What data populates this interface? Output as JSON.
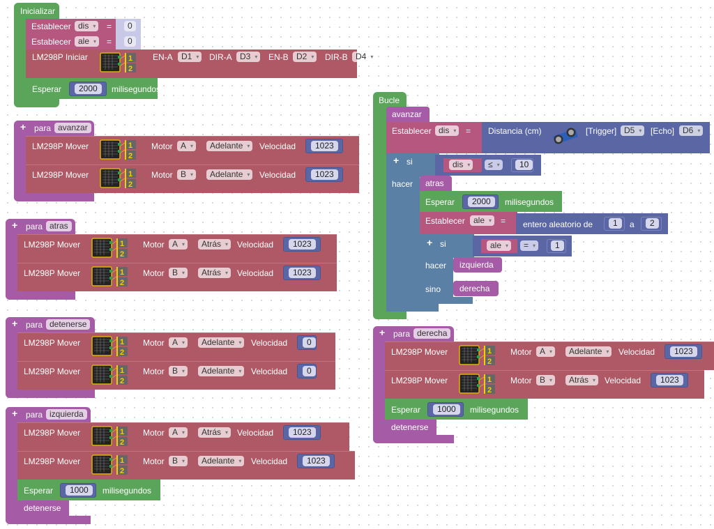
{
  "labels": {
    "motor_move": "LM298P Mover",
    "motor": "Motor",
    "velocidad": "Velocidad",
    "esperar": "Esperar",
    "milisegundos": "milisegundos",
    "para": "para",
    "establecer": "Establecer",
    "eq": "=",
    "si": "si",
    "hacer": "hacer",
    "sino": "sino",
    "plus": "+"
  },
  "init": {
    "title": "Inicializar",
    "set1": {
      "var": "dis",
      "value": "0"
    },
    "set2": {
      "var": "ale",
      "value": "0"
    },
    "lm298": {
      "label": "LM298P Iniciar",
      "ena_label": "EN-A",
      "ena": "D1",
      "dira_label": "DIR-A",
      "dira": "D3",
      "enb_label": "EN-B",
      "enb": "D2",
      "dirb_label": "DIR-B",
      "dirb": "D4"
    },
    "wait": "2000"
  },
  "functions": {
    "avanzar": {
      "name": "avanzar",
      "moves": [
        {
          "motor": "A",
          "dir": "Adelante",
          "speed": "1023"
        },
        {
          "motor": "B",
          "dir": "Adelante",
          "speed": "1023"
        }
      ]
    },
    "atras": {
      "name": "atras",
      "moves": [
        {
          "motor": "A",
          "dir": "Atrás",
          "speed": "1023"
        },
        {
          "motor": "B",
          "dir": "Atrás",
          "speed": "1023"
        }
      ]
    },
    "detenerse": {
      "name": "detenerse",
      "moves": [
        {
          "motor": "A",
          "dir": "Adelante",
          "speed": "0"
        },
        {
          "motor": "B",
          "dir": "Adelante",
          "speed": "0"
        }
      ]
    },
    "izquierda": {
      "name": "izquierda",
      "moves": [
        {
          "motor": "A",
          "dir": "Atrás",
          "speed": "1023"
        },
        {
          "motor": "B",
          "dir": "Adelante",
          "speed": "1023"
        }
      ],
      "wait": "1000",
      "call": "detenerse"
    },
    "derecha": {
      "name": "derecha",
      "moves": [
        {
          "motor": "A",
          "dir": "Adelante",
          "speed": "1023"
        },
        {
          "motor": "B",
          "dir": "Atrás",
          "speed": "1023"
        }
      ],
      "wait": "1000",
      "call": "detenerse"
    }
  },
  "loop": {
    "title": "Bucle",
    "call1": "avanzar",
    "set_dis": {
      "var": "dis",
      "sensor": "Distancia (cm)",
      "trigger_label": "[Trigger]",
      "trigger": "D5",
      "echo_label": "[Echo]",
      "echo": "D6"
    },
    "if1": {
      "var": "dis",
      "op": "≤",
      "value": "10"
    },
    "do1_call": "atras",
    "wait": "2000",
    "set_ale": {
      "var": "ale",
      "expr": "entero aleatorio de",
      "from": "1",
      "to_label": "a",
      "to": "2"
    },
    "if2": {
      "var": "ale",
      "op": "=",
      "value": "1"
    },
    "do2_call": "izquierda",
    "else2_call": "derecha"
  }
}
